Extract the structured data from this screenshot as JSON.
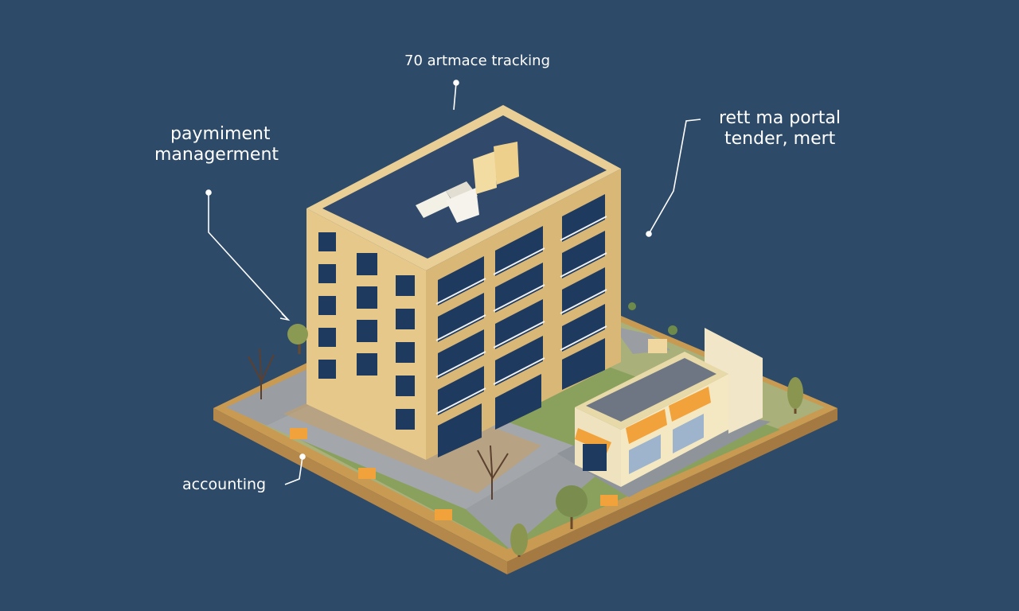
{
  "labels": {
    "maintenance": "70 artmace tracking",
    "payment_line1": "paymiment",
    "payment_line2": "managerment",
    "portal_line1": "rett ma portal",
    "portal_line2": "tender, mert",
    "accounting": "accounting"
  },
  "colors": {
    "background": "#2d4a69",
    "building_wall": "#e6c98a",
    "building_roof": "#31496a",
    "window_glass": "#1f3a5f",
    "shop_awning": "#f2a23a",
    "grass": "#8aa15e",
    "path": "#9a9ea3",
    "ground_edge": "#c99a52",
    "leader_line": "#ffffff"
  },
  "icons": [
    "apartment-building-illustration",
    "shop-building-illustration",
    "tree-icon",
    "package-box-icon"
  ]
}
